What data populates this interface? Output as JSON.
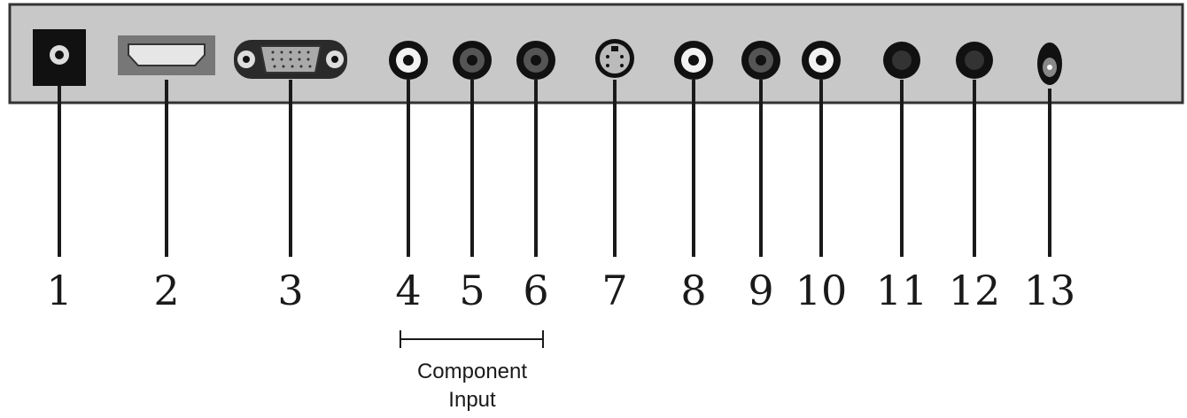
{
  "diagram": {
    "connectors": [
      {
        "number": "1",
        "kind": "dc-power-jack-icon"
      },
      {
        "number": "2",
        "kind": "hdmi-port-icon"
      },
      {
        "number": "3",
        "kind": "vga-port-icon"
      },
      {
        "number": "4",
        "kind": "rca-jack-icon"
      },
      {
        "number": "5",
        "kind": "rca-jack-icon"
      },
      {
        "number": "6",
        "kind": "rca-jack-icon"
      },
      {
        "number": "7",
        "kind": "s-video-port-icon"
      },
      {
        "number": "8",
        "kind": "rca-jack-icon"
      },
      {
        "number": "9",
        "kind": "rca-jack-icon"
      },
      {
        "number": "10",
        "kind": "rca-jack-icon"
      },
      {
        "number": "11",
        "kind": "audio-jack-icon"
      },
      {
        "number": "12",
        "kind": "audio-jack-icon"
      },
      {
        "number": "13",
        "kind": "coax-connector-icon"
      }
    ],
    "group_label": {
      "line1": "Component",
      "line2": "Input"
    },
    "colors": {
      "panel": "#c8c8c8",
      "panel_border": "#333333",
      "ink": "#1a1a1a"
    }
  }
}
